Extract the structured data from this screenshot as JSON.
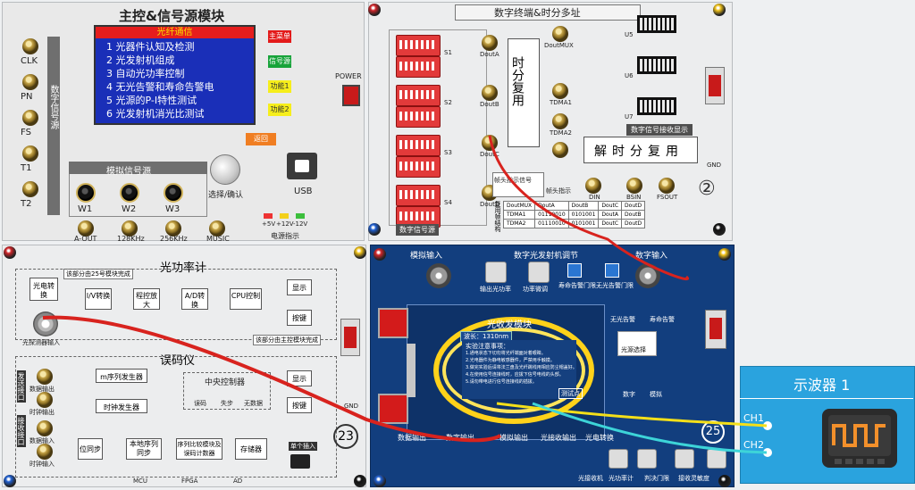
{
  "main_board": {
    "title": "主控&信号源模块",
    "lcd_title": "光纤通信",
    "menu": [
      "1  光器件认知及检测",
      "2  光发射机组成",
      "3  自动光功率控制",
      "4  无光告警和寿命告警电",
      "5  光源的P-I特性测试",
      "6  光发射机消光比测试"
    ],
    "side_buttons": [
      "主菜单",
      "信号源",
      "功能1",
      "功能2"
    ],
    "return_btn": "返回",
    "signal_column": "数字信号源",
    "jacks": [
      "CLK",
      "PN",
      "FS",
      "T1",
      "T2"
    ],
    "analog_title": "模拟信号源",
    "knobs": [
      "W1",
      "W2",
      "W3"
    ],
    "outputs": [
      "A-OUT",
      "128KHz",
      "256KHz",
      "MUSIC"
    ],
    "select_label": "选择/确认",
    "usb_label": "USB",
    "power_label": "POWER",
    "power_leds": [
      "+5V",
      "+12V",
      "-12V"
    ],
    "power_indicator": "电源指示"
  },
  "tdm_board": {
    "title": "数字终端&时分多址",
    "douts": [
      "DoutA",
      "DoutB",
      "DoutC",
      "DoutD"
    ],
    "dip_labels": [
      "S1",
      "S2",
      "S3",
      "S4"
    ],
    "mux_label": "时分复用",
    "mux_out": "DoutMUX",
    "tdma": [
      "TDMA1",
      "TDMA2"
    ],
    "din": "DIN",
    "bsin": "BSIN",
    "fsout": "FSOUT",
    "recv_display": "数字信号接收显示",
    "demux_label": "解时分复用",
    "signal_source": "数字信号源",
    "note": "帧头指示信号",
    "note2": "帧头指示",
    "u_labels": [
      "U5",
      "U6",
      "U7"
    ],
    "gnd": "GND",
    "table_side": "复用帧结构",
    "table_headers": [
      "DoutMUX",
      "DoutA",
      "DoutB",
      "DoutC",
      "DoutD"
    ],
    "table_rows": [
      [
        "TDMA1",
        "01110010",
        "0101001",
        "DoutA",
        "DoutB"
      ],
      [
        "TDMA2",
        "01110010",
        "0101001",
        "DoutC",
        "DoutD"
      ]
    ],
    "board_no": "②"
  },
  "power_board": {
    "title": "光功率计",
    "tag": "该部分由25号模块完成",
    "tag2": "该部分由主控模块完成",
    "blocks": [
      "光电转换",
      "I/V转换",
      "程控放大",
      "A/D转换",
      "CPU控制",
      "显示",
      "按键"
    ],
    "input": "光探测器输入"
  },
  "bert_board": {
    "title": "误码仪",
    "left_tag": "发送接口",
    "left_tag2": "接收接口",
    "rows": [
      "数据输出",
      "时钟输出",
      "数据输入",
      "时钟输入"
    ],
    "blocks": [
      "m序列发生器",
      "时钟发生器",
      "中央控制器",
      "误码",
      "失步",
      "无数据",
      "显示",
      "按键",
      "位同步",
      "本地序列同步",
      "序列比较模块及误码计数器",
      "存储器"
    ],
    "single_insert": "单个插入",
    "chips": [
      "MCU",
      "FPGA",
      "AD"
    ],
    "gnd": "GND",
    "board_no": "23"
  },
  "optical_board": {
    "top_labels": [
      "模拟输入",
      "数字光发射机调节",
      "数字输入"
    ],
    "knob_labels": [
      "输出光功率",
      "功率微调",
      "寿命告警门限",
      "无光告警门限"
    ],
    "alarm_labels": [
      "无光告警",
      "寿命告警"
    ],
    "module_title": "光收发模块",
    "wavelength": "波长：1310nm",
    "notice_title": "实验注意事项：",
    "notice": [
      "1.通电状态下切勿将光纤端面对着眼睛。",
      "2.光电器件为静电敏感器件，严禁用手触摸。",
      "3.做完实验后请将法兰盘及光纤跳线用相应防尘帽盖好。",
      "4.在使用信号连接线时，应拔下信号电线的头部。",
      "5.请勿带电进行信号连接线的插拔。"
    ],
    "test_points": [
      "测试点"
    ],
    "bottom_labels": [
      "数据输出",
      "数字输出",
      "模拟输出",
      "光接收输出",
      "光电转换"
    ],
    "bottom_knobs": [
      "光接收机",
      "光功率计",
      "判决门限",
      "接收灵敏度"
    ],
    "side_labels": [
      "光源选择",
      "数字",
      "模拟"
    ],
    "board_no": "25"
  },
  "oscilloscope": {
    "title": "示波器 1",
    "ch1": "CH1",
    "ch2": "CH2"
  }
}
